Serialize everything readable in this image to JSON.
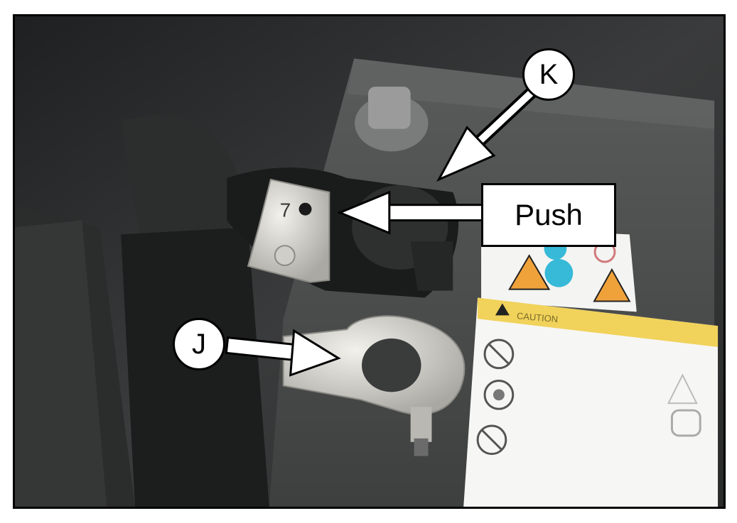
{
  "callouts": {
    "k_label": "K",
    "j_label": "J",
    "push_label": "Push"
  },
  "sticker": {
    "caution_text": "CAUTION"
  },
  "colors": {
    "battery_body": "#4a4c4c",
    "terminal_metal": "#d9d8d3",
    "warning_yellow": "#f1d25a",
    "warning_cyan": "#37b9d8",
    "warning_orange": "#f0a23a",
    "outline": "#000000"
  }
}
